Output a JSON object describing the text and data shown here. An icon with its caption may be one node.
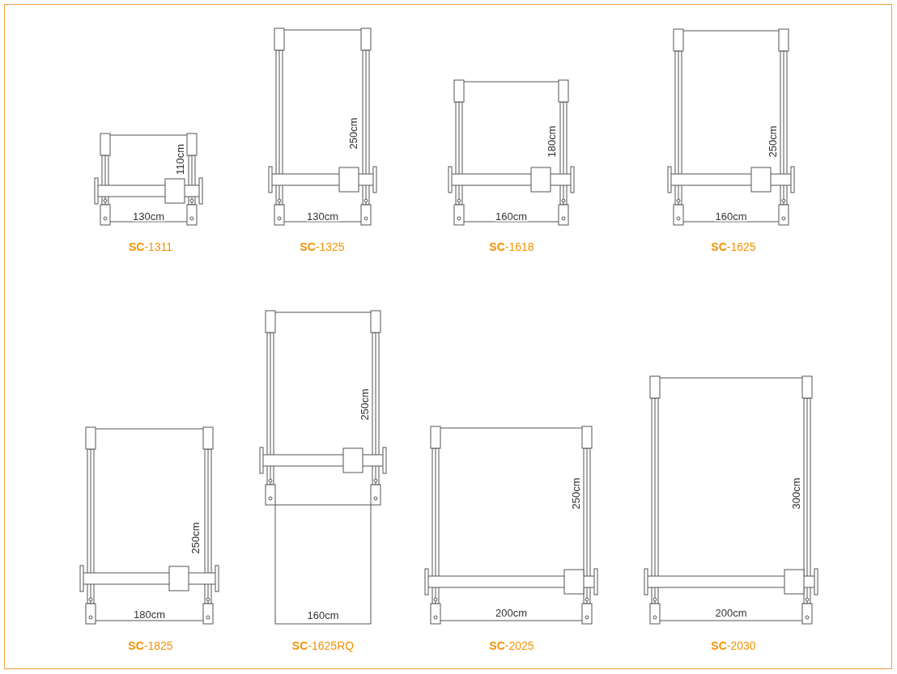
{
  "diagram": {
    "labels": [
      "110cm",
      "130cm",
      "**SC**-1311",
      "250cm",
      "130cm",
      "**SC**-1325",
      "180cm",
      "160cm",
      "**SC**-1618",
      "250cm",
      "160cm",
      "**SC**-1625",
      "250cm",
      "180cm",
      "**SC**-1825",
      "250cm",
      "160cm",
      "**SC**-1625RQ",
      "250cm",
      "200cm",
      "**SC**-2025",
      "300cm",
      "200cm",
      "**SC**-2030"
    ]
  }
}
